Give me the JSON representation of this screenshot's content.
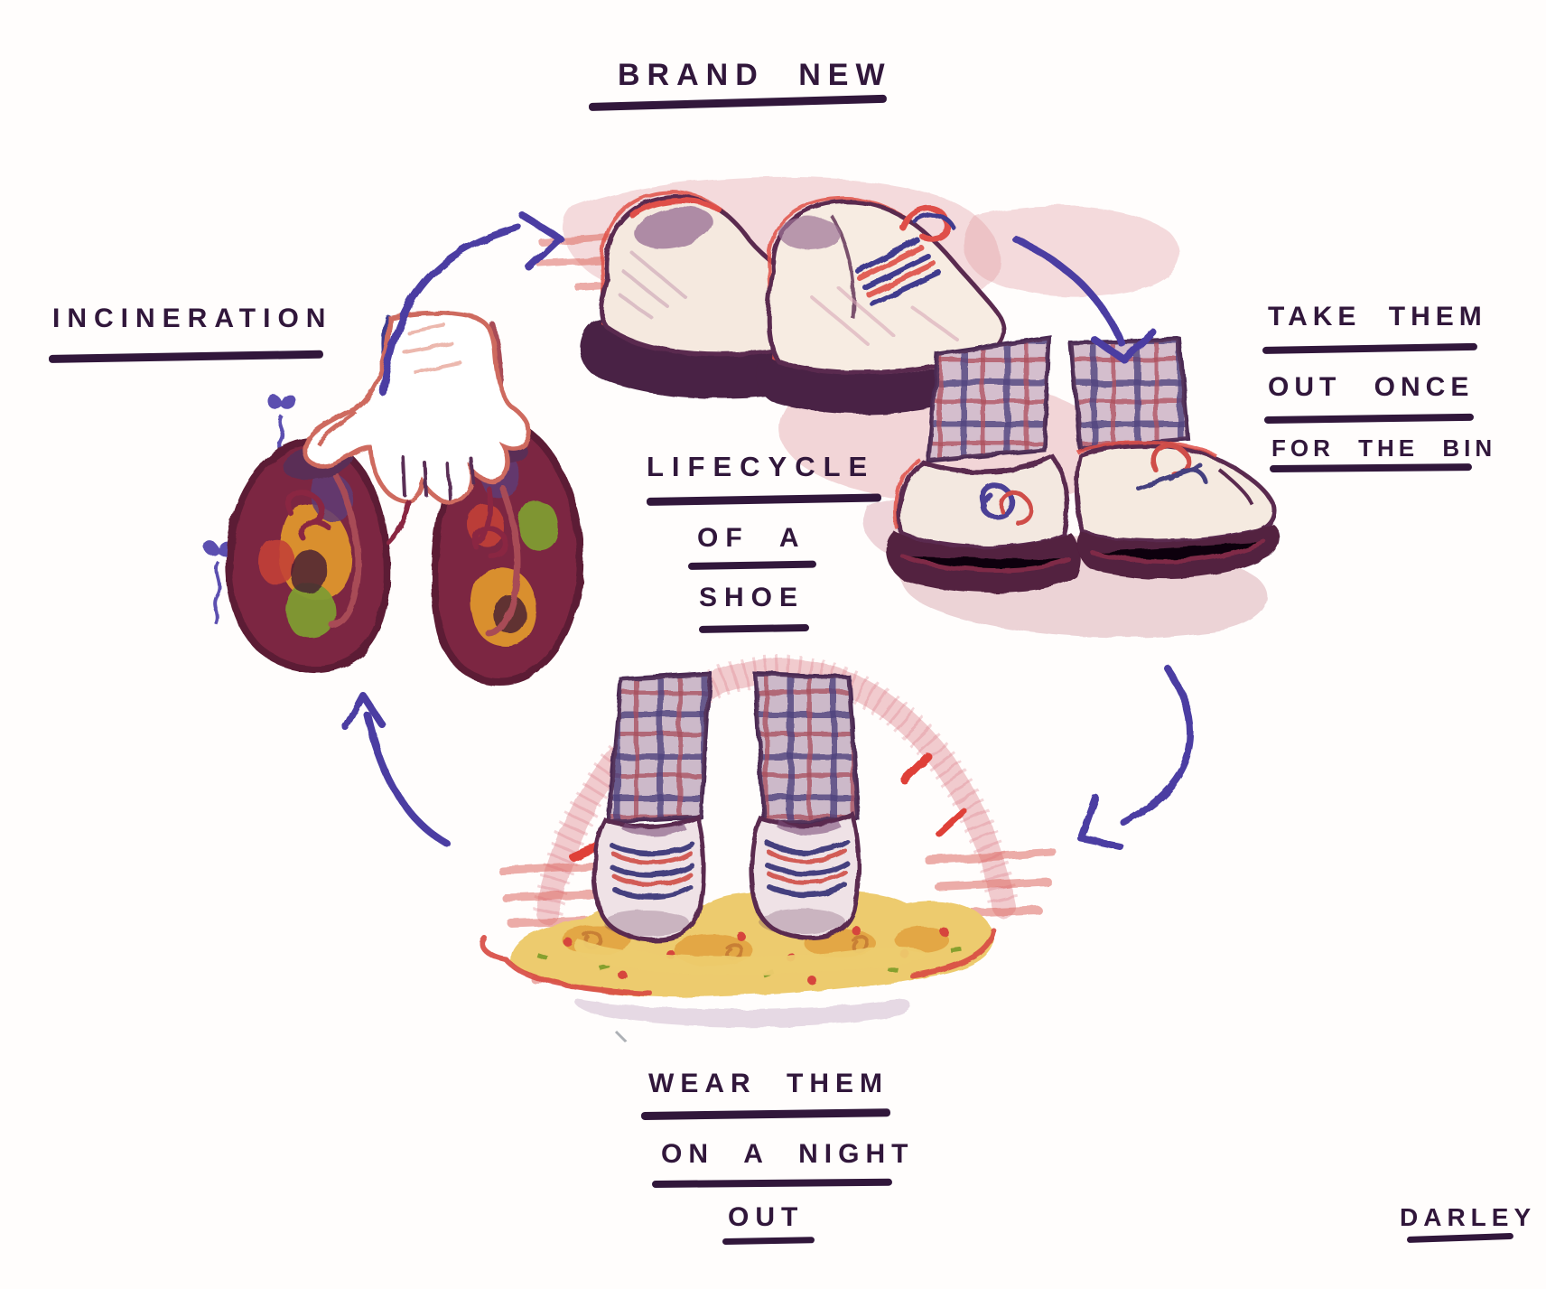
{
  "title": {
    "lines": [
      "LIFECYCLE",
      "OF A",
      "SHOE"
    ]
  },
  "stages": {
    "brand_new": {
      "label": "BRAND NEW",
      "illustration": "pair of brand new lace-up shoes"
    },
    "bin": {
      "lines": [
        "TAKE THEM",
        "OUT ONCE",
        "FOR THE BIN"
      ],
      "illustration": "shoes with plaid pyjama cuffs taking out the bin"
    },
    "night_out": {
      "lines": [
        "WEAR THEM",
        "ON A NIGHT",
        "OUT"
      ],
      "illustration": "legs in plaid trousers stepping into food mess"
    },
    "incineration": {
      "label": "INCINERATION",
      "illustration": "hand holding ruined smelly shoes with flies"
    }
  },
  "signature": "DARLEY",
  "arrows": [
    {
      "name": "incineration-to-brand-new"
    },
    {
      "name": "brand-new-to-bin"
    },
    {
      "name": "bin-to-night-out"
    },
    {
      "name": "night-out-to-incineration"
    }
  ],
  "colors": {
    "paper": "#fffdfc",
    "ink": "#31173b",
    "arrow": "#4b3da2",
    "red": "#df5048",
    "maroon": "#7c2742",
    "plum": "#54254a",
    "navy": "#44407f",
    "cream": "#f5e9df",
    "orange": "#e2a13e",
    "yellow": "#edcb6e",
    "green": "#86a02f",
    "fly": "#5b50b0"
  }
}
